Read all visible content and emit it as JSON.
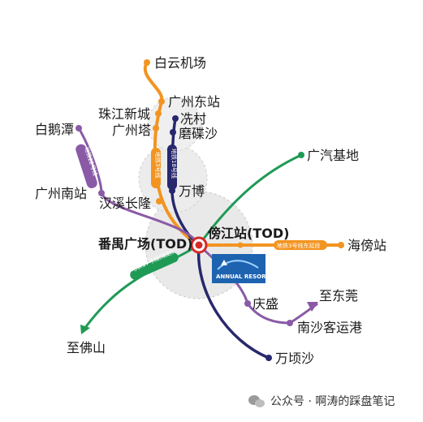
{
  "hub": {
    "name_left": "番禺广场(TOD)",
    "name_right": "傍江站(TOD)",
    "logo_text": "ANNUAL RESORT"
  },
  "stations": {
    "baiyun_airport": "白云机场",
    "guangzhou_east": "广州东站",
    "zhujiang_newtown": "珠江新城",
    "canton_tower": "广州塔",
    "xiancun": "冼村",
    "modiesha": "磨碟沙",
    "baietan": "白鹅潭",
    "guangzhou_south": "广州南站",
    "hanxi_changlong": "汉溪长隆",
    "wanbo": "万博",
    "gac_base": "广汽基地",
    "haibang": "海傍站",
    "qingsheng": "庆盛",
    "to_dongguan": "至东莞",
    "nansha_port": "南沙客运港",
    "to_foshan": "至佛山",
    "wanqingsha": "万顷沙"
  },
  "lines": {
    "line3": "地铁3号线",
    "line18": "地铁18号线",
    "line22": "地铁22号线",
    "line17": "地铁17号线(规划)",
    "line3_east": "地铁3号线东延段"
  },
  "colors": {
    "orange": "#f29422",
    "navy": "#28286e",
    "purple": "#8a5aa6",
    "green": "#1f9a55",
    "red": "#d42a2a"
  },
  "watermark": "公众号 · 啊涛的踩盘笔记"
}
